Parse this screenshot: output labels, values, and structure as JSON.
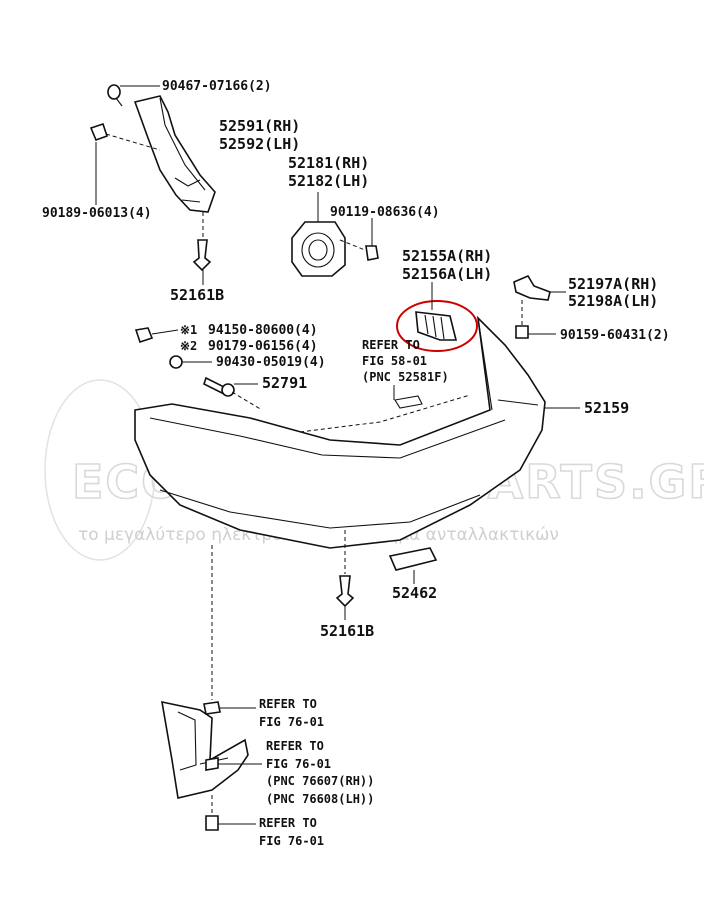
{
  "labels": {
    "p1": "90467-07166(2)",
    "p2a": "52591(RH)",
    "p2b": "52592(LH)",
    "p3": "90189-06013(4)",
    "p4a": "52181(RH)",
    "p4b": "52182(LH)",
    "p5": "90119-08636(4)",
    "p6": "52161B",
    "p7a": "52155A(RH)",
    "p7b": "52156A(LH)",
    "p8a": "52197A(RH)",
    "p8b": "52198A(LH)",
    "p9": "90159-60431(2)",
    "p10m": "※1",
    "p10": "94150-80600(4)",
    "p11m": "※2",
    "p11": "90179-06156(4)",
    "p12": "90430-05019(4)",
    "p13": "52791",
    "p14a": "REFER TO",
    "p14b": "FIG 58-01",
    "p14c": "(PNC 52581F)",
    "p15": "52159",
    "p16": "52462",
    "p17": "52161B",
    "p18a": "REFER TO",
    "p18b": "FIG 76-01",
    "p19a": "REFER TO",
    "p19b": "FIG 76-01",
    "p19c": "(PNC 76607(RH))",
    "p19d": "(PNC 76608(LH))",
    "p20a": "REFER TO",
    "p20b": "FIG 76-01"
  },
  "watermark": {
    "title": "ECONOMYCARPARTS.GR",
    "subtitle": "το μεγαλύτερο ηλεκτρονικό κατάστημα ανταλλακτικών"
  },
  "colors": {
    "line": "#111111",
    "highlight": "#cc0000",
    "watermark": "#d9d9d9"
  }
}
